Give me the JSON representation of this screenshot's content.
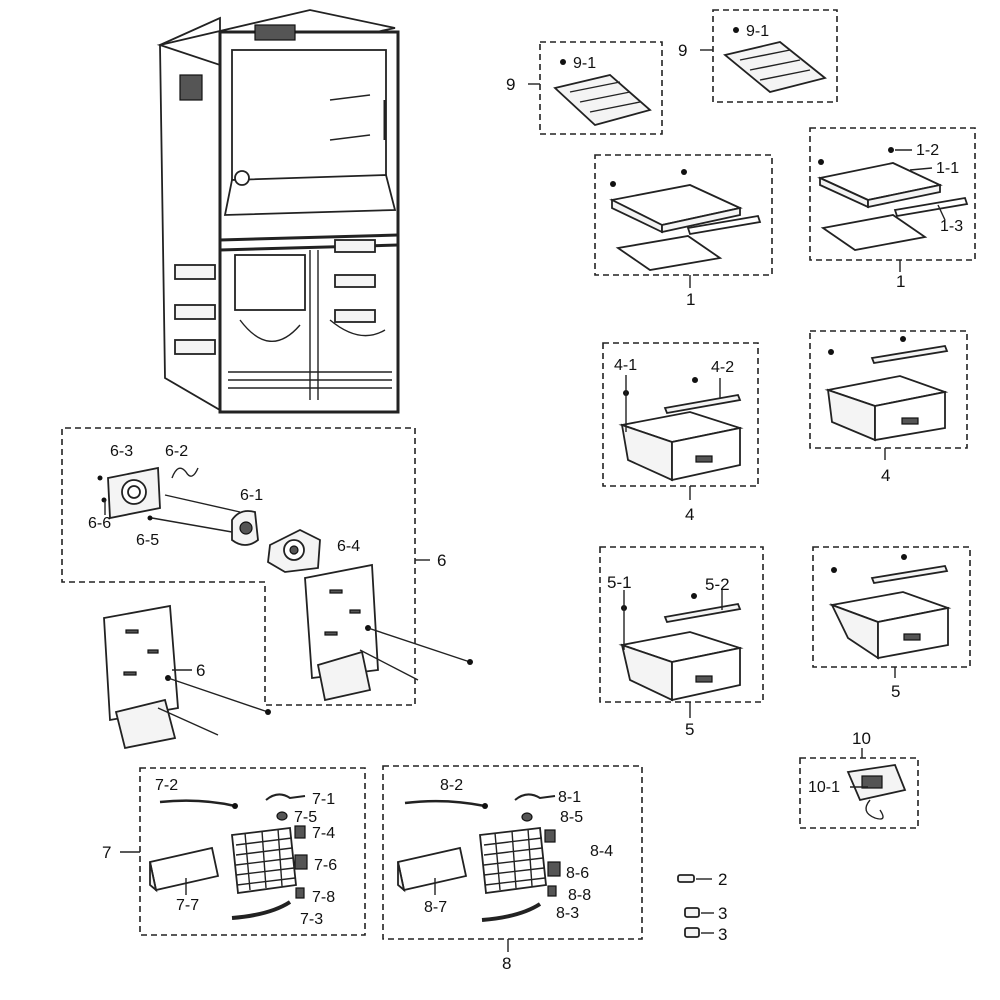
{
  "labels": {
    "l9a": "9",
    "l91a": "9-1",
    "l9b": "9",
    "l91b": "9-1",
    "l1a": "1",
    "l1b": "1",
    "l12": "1-2",
    "l11": "1-1",
    "l13": "1-3",
    "l4a": "4",
    "l41": "4-1",
    "l42": "4-2",
    "l4b": "4",
    "l5a": "5",
    "l51": "5-1",
    "l52": "5-2",
    "l5b": "5",
    "l10": "10",
    "l101": "10-1",
    "l6": "6",
    "l6b": "6",
    "l63": "6-3",
    "l62": "6-2",
    "l61": "6-1",
    "l64": "6-4",
    "l65": "6-5",
    "l66": "6-6",
    "l7": "7",
    "l71": "7-1",
    "l72": "7-2",
    "l73": "7-3",
    "l74": "7-4",
    "l75": "7-5",
    "l76": "7-6",
    "l77": "7-7",
    "l78": "7-8",
    "l8": "8",
    "l81": "8-1",
    "l82": "8-2",
    "l83": "8-3",
    "l84": "8-4",
    "l85": "8-5",
    "l86": "8-6",
    "l87": "8-7",
    "l88": "8-8",
    "l2": "2",
    "l3a": "3",
    "l3b": "3"
  }
}
